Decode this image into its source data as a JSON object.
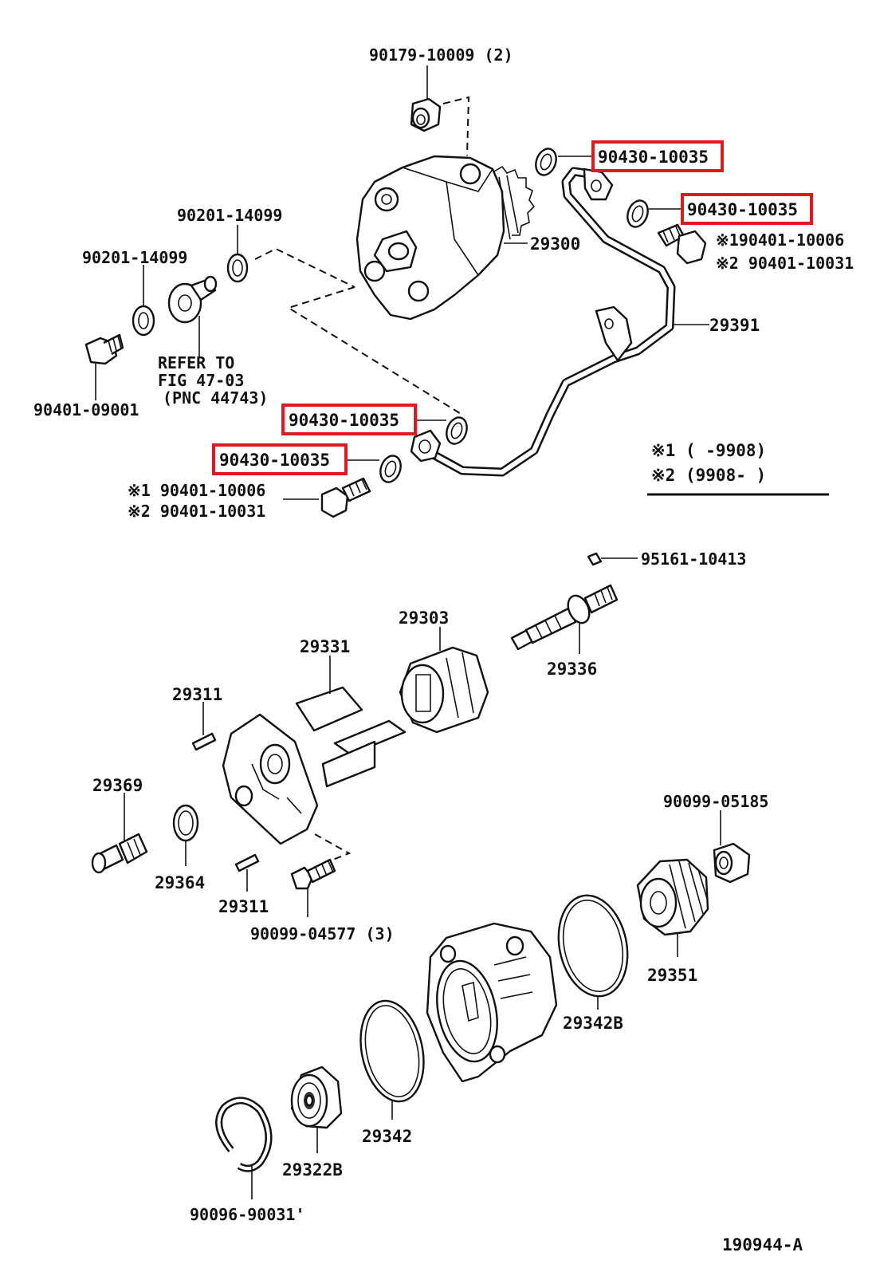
{
  "labels": {
    "p90179": "90179-10009 (2)",
    "p90201a": "90201-14099",
    "p90201b": "90201-14099",
    "refer1": "REFER TO",
    "refer2": "FIG 47-03",
    "refer3": "(PNC 44743)",
    "p90401_09001": "90401-09001",
    "p29300": "29300",
    "p29391": "29391",
    "hl1": "90430-10035",
    "hl2": "90430-10035",
    "hl3": "90430-10035",
    "hl4": "90430-10035",
    "r_ast1": "※190401-10006",
    "r_ast2": "※2 90401-10031",
    "l_ast1": "※1 90401-10006",
    "l_ast2": "※2 90401-10031",
    "note1_mark": "※1",
    "note1_text": "(        -9908)",
    "note2_mark": "※2",
    "note2_text": "(9908-        )",
    "p95161": "95161-10413",
    "p29303": "29303",
    "p29331": "29331",
    "p29336": "29336",
    "p29311a": "29311",
    "p29311b": "29311",
    "p29369": "29369",
    "p29364": "29364",
    "p90099_05185": "90099-05185",
    "p90099_04577": "90099-04577 (3)",
    "p29351": "29351",
    "p29342B": "29342B",
    "p29342": "29342",
    "p29322B": "29322B",
    "p90096": "90096-90031'",
    "fig_id": "190944-A"
  },
  "highlight_color": "#e0191f"
}
